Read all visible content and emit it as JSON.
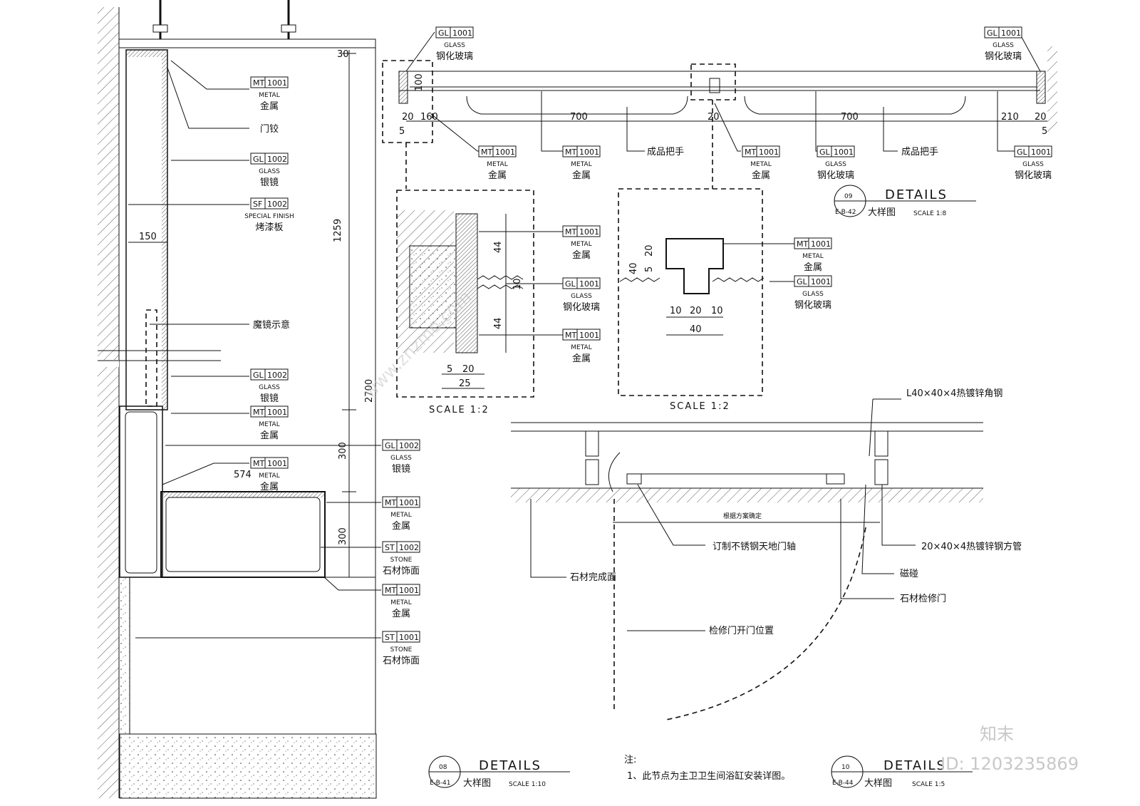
{
  "drawing": {
    "callouts": [
      {
        "code": "MT",
        "num": "1001",
        "en": "METAL",
        "cn": "金属"
      },
      {
        "code": "GL",
        "num": "1002",
        "en": "GLASS",
        "cn": "银镜"
      },
      {
        "code": "SF",
        "num": "1002",
        "en": "SPECIAL FINISH",
        "cn": "烤漆板"
      },
      {
        "code": "GL",
        "num": "1002",
        "en": "GLASS",
        "cn": "银镜"
      },
      {
        "code": "MT",
        "num": "1001",
        "en": "METAL",
        "cn": "金属"
      },
      {
        "code": "GL",
        "num": "1002",
        "en": "GLASS",
        "cn": "银镜"
      },
      {
        "code": "MT",
        "num": "1001",
        "en": "METAL",
        "cn": "金属"
      },
      {
        "code": "MT",
        "num": "1001",
        "en": "METAL",
        "cn": "金属"
      },
      {
        "code": "ST",
        "num": "1002",
        "en": "STONE",
        "cn": "石材饰面"
      },
      {
        "code": "MT",
        "num": "1001",
        "en": "METAL",
        "cn": "金属"
      },
      {
        "code": "ST",
        "num": "1001",
        "en": "STONE",
        "cn": "石材饰面"
      },
      {
        "code": "GL",
        "num": "1001",
        "en": "GLASS",
        "cn": "钢化玻璃"
      },
      {
        "code": "MT",
        "num": "1001",
        "en": "METAL",
        "cn": "金属"
      },
      {
        "code": "MT",
        "num": "1001",
        "en": "METAL",
        "cn": "金属"
      },
      {
        "code": "GL",
        "num": "1001",
        "en": "GLASS",
        "cn": "钢化玻璃"
      },
      {
        "code": "MT",
        "num": "1001",
        "en": "METAL",
        "cn": "金属"
      },
      {
        "code": "GL",
        "num": "1001",
        "en": "GLASS",
        "cn": "钢化玻璃"
      },
      {
        "code": "GL",
        "num": "1001",
        "en": "GLASS",
        "cn": "钢化玻璃"
      },
      {
        "code": "MT",
        "num": "1001",
        "en": "METAL",
        "cn": "金属"
      },
      {
        "code": "GL",
        "num": "1001",
        "en": "GLASS",
        "cn": "钢化玻璃"
      },
      {
        "code": "MT",
        "num": "1001",
        "en": "METAL",
        "cn": "金属"
      },
      {
        "code": "MT",
        "num": "1001",
        "en": "METAL",
        "cn": "金属"
      },
      {
        "code": "GL",
        "num": "1001",
        "en": "GLASS",
        "cn": "钢化玻璃"
      },
      {
        "code": "MT",
        "num": "1001",
        "en": "METAL",
        "cn": "金属"
      }
    ],
    "labels": {
      "hinge": "门铰",
      "magic_mirror": "魔镜示意",
      "handle": "成品把手",
      "angle_steel": "L40×40×4热镀锌角钢",
      "determined": "根据方案确定",
      "pivot": "订制不锈钢天地门轴",
      "square_tube": "20×40×4热镀锌钢方管",
      "magnet": "磁碰",
      "stone_finish": "石材完成面",
      "access_door": "石材检修门",
      "door_open": "检修门开门位置"
    },
    "dims": {
      "d30": "30",
      "d1259": "1259",
      "d2700": "2700",
      "d150": "150",
      "d300a": "300",
      "d300b": "300",
      "d574": "574",
      "top_20": "20",
      "top_160": "160",
      "top_5": "5",
      "top_700a": "700",
      "top_20b": "20",
      "top_700b": "700",
      "top_210": "210",
      "top_20c": "20",
      "top_5b": "5",
      "top_100": "100",
      "dl_44a": "44",
      "dl_10": "10",
      "dl_44b": "44",
      "dl_5": "5",
      "dl_20": "20",
      "dl_25": "25",
      "dr_20": "20",
      "dr_40": "40",
      "dr_5": "5",
      "dr_10a": "10",
      "dr_20b": "20",
      "dr_10b": "10",
      "dr_40b": "40"
    },
    "titles": [
      {
        "num": "09",
        "sheet": "E-B-42",
        "word": "DETAILS",
        "cn": "大样图",
        "scale": "SCALE 1:8"
      },
      {
        "num": "08",
        "sheet": "E-B-41",
        "word": "DETAILS",
        "cn": "大样图",
        "scale": "SCALE 1:10"
      },
      {
        "num": "10",
        "sheet": "E-B-44",
        "word": "DETAILS",
        "cn": "大样图",
        "scale": "SCALE 1:5"
      }
    ],
    "scale_labels": [
      "SCALE 1:2",
      "SCALE 1:2"
    ],
    "note": {
      "head": "注:",
      "line": "1、此节点为主卫卫生间浴缸安装详图。"
    },
    "watermark": {
      "brand": "知末",
      "id": "ID: 1203235869",
      "url": "www.znzmo.com"
    }
  }
}
